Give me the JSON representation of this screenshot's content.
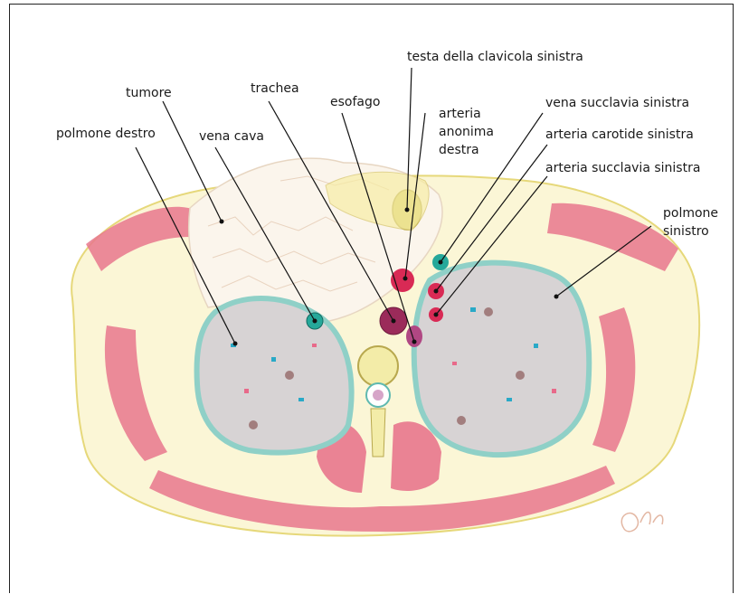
{
  "labels": {
    "testa_clavicola": "testa della clavicola sinistra",
    "tumore": "tumore",
    "trachea": "trachea",
    "esofago": "esofago",
    "arteria_anonima_1": "arteria",
    "arteria_anonima_2": "anonima",
    "arteria_anonima_3": "destra",
    "vena_succlavia": "vena succlavia sinistra",
    "polmone_destro": "polmone destro",
    "vena_cava": "vena cava",
    "arteria_carotide": "arteria carotide sinistra",
    "arteria_succlavia": "arteria succlavia sinistra",
    "polmone_sinistro_1": "polmone",
    "polmone_sinistro_2": "sinistro"
  },
  "colors": {
    "muscle": "#e8778d",
    "fat": "#f6efb4",
    "lung": "#d7d3d4",
    "pleura": "#8fd0c7",
    "tumor": "#fbf5ec",
    "artery": "#d92a55",
    "vein": "#25a89a",
    "bone": "#d5c860"
  }
}
